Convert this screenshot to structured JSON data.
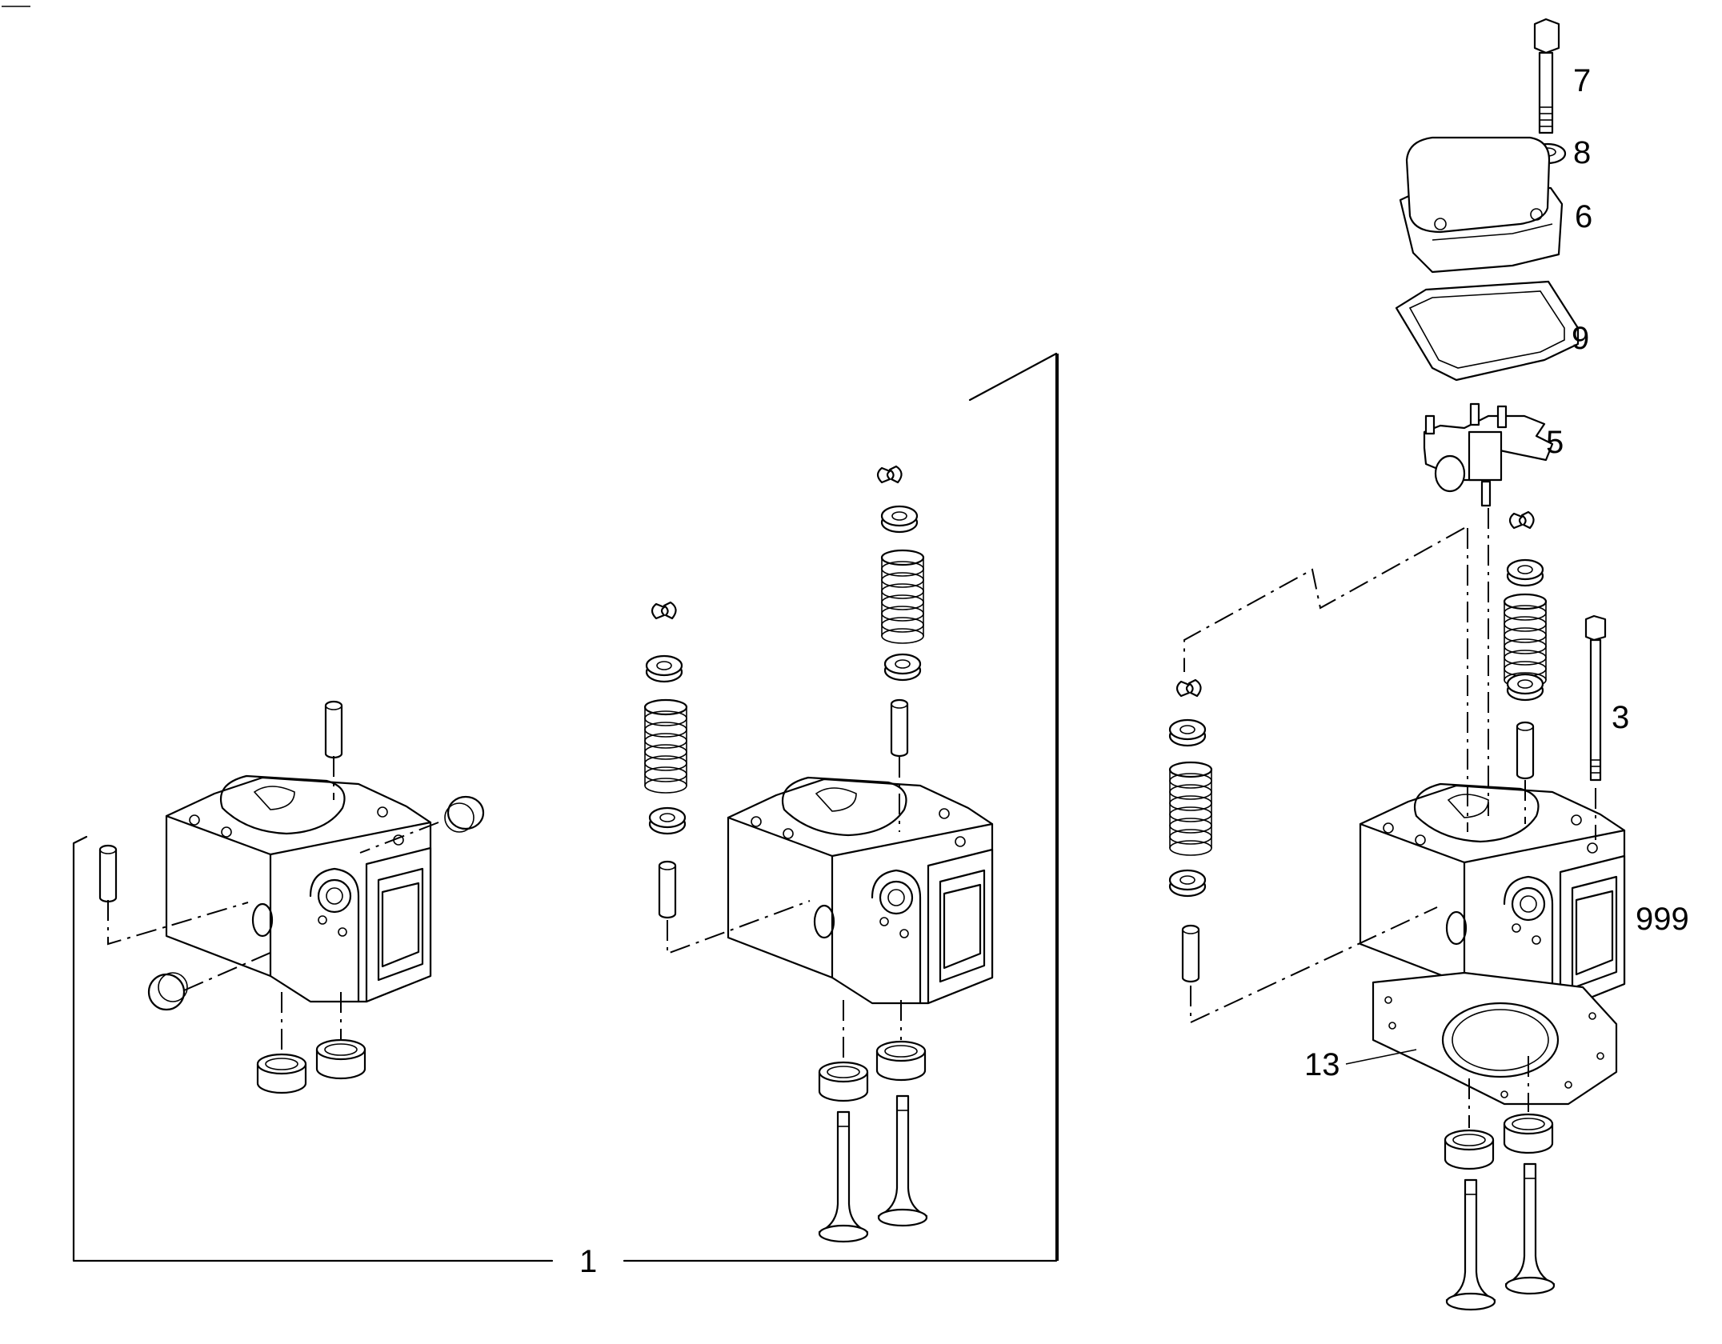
{
  "callouts": {
    "c1": "1",
    "c3": "3",
    "c5": "5",
    "c6": "6",
    "c7": "7",
    "c8": "8",
    "c9": "9",
    "c13": "13",
    "c999": "999"
  },
  "line_color": "#000000",
  "background": "#ffffff"
}
